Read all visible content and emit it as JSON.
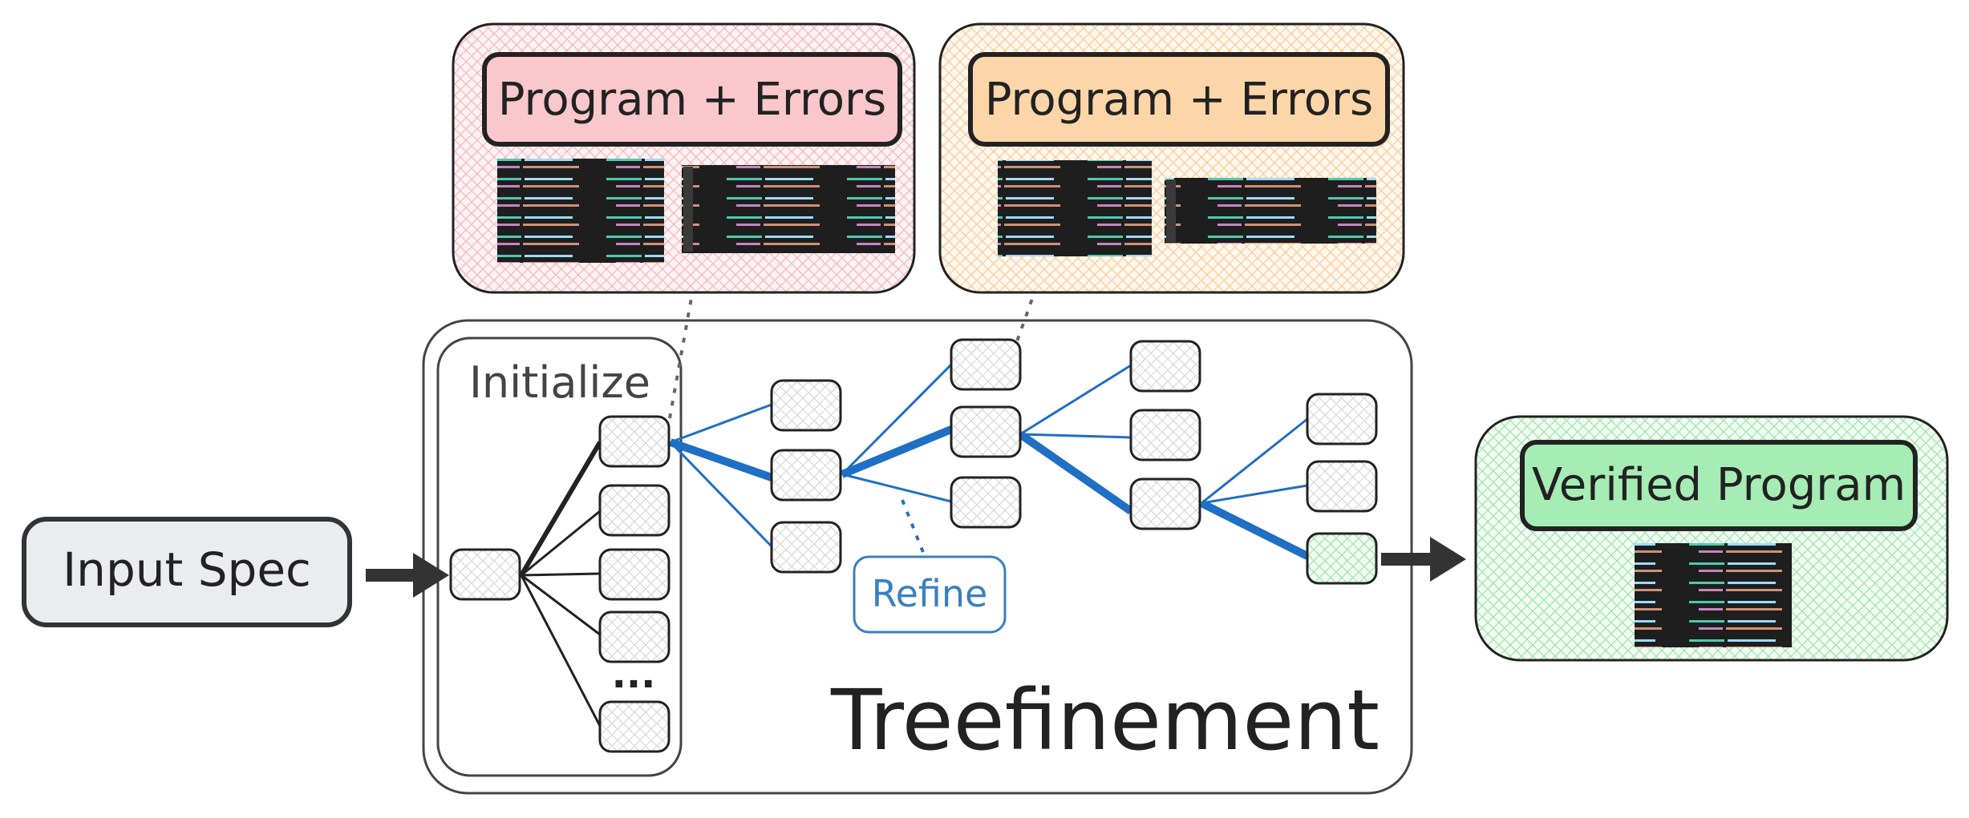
{
  "input_spec": {
    "label": "Input Spec"
  },
  "initialize": {
    "label": "Initialize",
    "ellipsis": "..."
  },
  "treefinement": {
    "label": "Treefinement"
  },
  "refine": {
    "label": "Refine"
  },
  "panel_left": {
    "label": "Program + Errors",
    "accent": "#f9c7cc"
  },
  "panel_right": {
    "label": "Program + Errors",
    "accent": "#fcd6a8"
  },
  "verified": {
    "label": "Verified Program",
    "accent": "#a6ecb5"
  },
  "colors": {
    "edge_blue": "#1f6fc5",
    "edge_black": "#222222",
    "refine_text": "#3a7fc2"
  }
}
